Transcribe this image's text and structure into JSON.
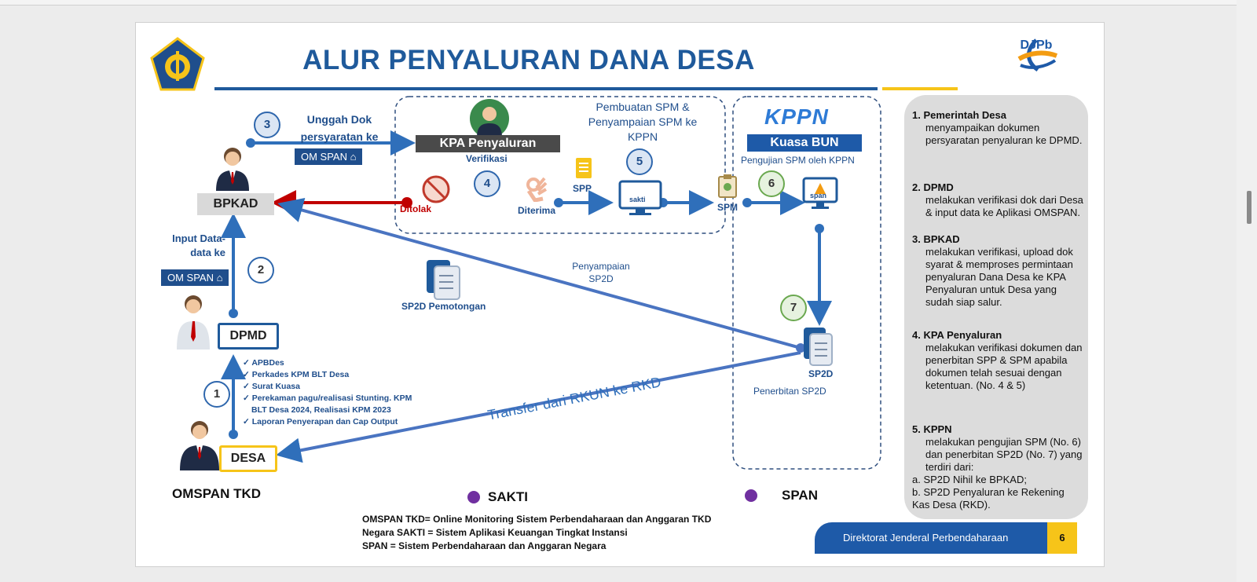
{
  "title": "ALUR PENYALURAN DANA DESA",
  "logo_text": "DJPb",
  "actors": {
    "bpkad": "BPKAD",
    "dpmd": "DPMD",
    "desa": "DESA",
    "kpa": "KPA Penyaluran",
    "kuasa_bun": "Kuasa BUN",
    "kppn_logo": "KPPN"
  },
  "steps": {
    "s1": "1",
    "s2": "2",
    "s3": "3",
    "s4": "4",
    "s5": "5",
    "s6": "6",
    "s7": "7"
  },
  "labels": {
    "unggah_1": "Unggah Dok",
    "unggah_2": "persyaratan ke",
    "omspan": "OM SPAN",
    "input_1": "Input Data-",
    "input_2": "data ke",
    "verifikasi": "Verifikasi",
    "pembuatan_1": "Pembuatan SPM &",
    "pembuatan_2": "Penyampaian SPM ke",
    "pembuatan_3": "KPPN",
    "spp": "SPP",
    "spm": "SPM",
    "ditolak": "Ditolak",
    "diterima": "Diterima",
    "sakti_app": "sakti",
    "span_app": "span",
    "pengujian": "Pengujian SPM oleh KPPN",
    "penyampaian_1": "Penyampaian",
    "penyampaian_2": "SP2D",
    "sp2d_pemotongan": "SP2D Pemotongan",
    "sp2d": "SP2D",
    "penerbitan": "Penerbitan SP2D",
    "transfer": "Transfer dari RKUN ke RKD",
    "omspan_tkd": "OMSPAN TKD",
    "sakti": "SAKTI",
    "span": "SPAN"
  },
  "documents": [
    "APBDes",
    "Perkades KPM BLT Desa",
    "Surat Kuasa",
    "Perekaman pagu/realisasi Stunting. KPM",
    "BLT Desa 2024, Realisasi KPM 2023",
    "Laporan Penyerapan dan Cap Output"
  ],
  "panel": {
    "i1_n": "1. Pemerintah Desa",
    "i1_t": "menyampaikan dokumen persyaratan penyaluran ke DPMD.",
    "i2_n": "2. DPMD",
    "i2_t": "melakukan verifikasi dok dari Desa  & input data ke Aplikasi OMSPAN.",
    "i3_n": "3. BPKAD",
    "i3_t": "melakukan verifikasi, upload dok syarat & memproses permintaan penyaluran Dana Desa ke KPA Penyaluran untuk Desa yang sudah siap salur.",
    "i4_n": "4. KPA Penyaluran",
    "i4_t": "melakukan verifikasi dokumen dan penerbitan SPP & SPM apabila dokumen telah sesuai dengan ketentuan. (No. 4 & 5)",
    "i5_n": "5. KPPN",
    "i5_t": "melakukan pengujian SPM (No. 6) dan penerbitan SP2D (No. 7) yang terdiri dari:",
    "i5_a": "a. SP2D Nihil ke BPKAD;",
    "i5_b": "b. SP2D Penyaluran ke Rekening Kas Desa (RKD)."
  },
  "legend": [
    "OMSPAN TKD= Online Monitoring Sistem Perbendaharaan dan Anggaran TKD",
    "Negara SAKTI = Sistem Aplikasi Keuangan Tingkat Instansi",
    "SPAN = Sistem Perbendaharaan dan Anggaran Negara"
  ],
  "footer": {
    "org": "Direktorat Jenderal Perbendaharaan",
    "page": "6"
  },
  "colors": {
    "primary": "#1f5a9b",
    "arrow": "#2f6fba",
    "reject": "#c00000",
    "gold": "#f6c419",
    "purple": "#7030a0"
  }
}
